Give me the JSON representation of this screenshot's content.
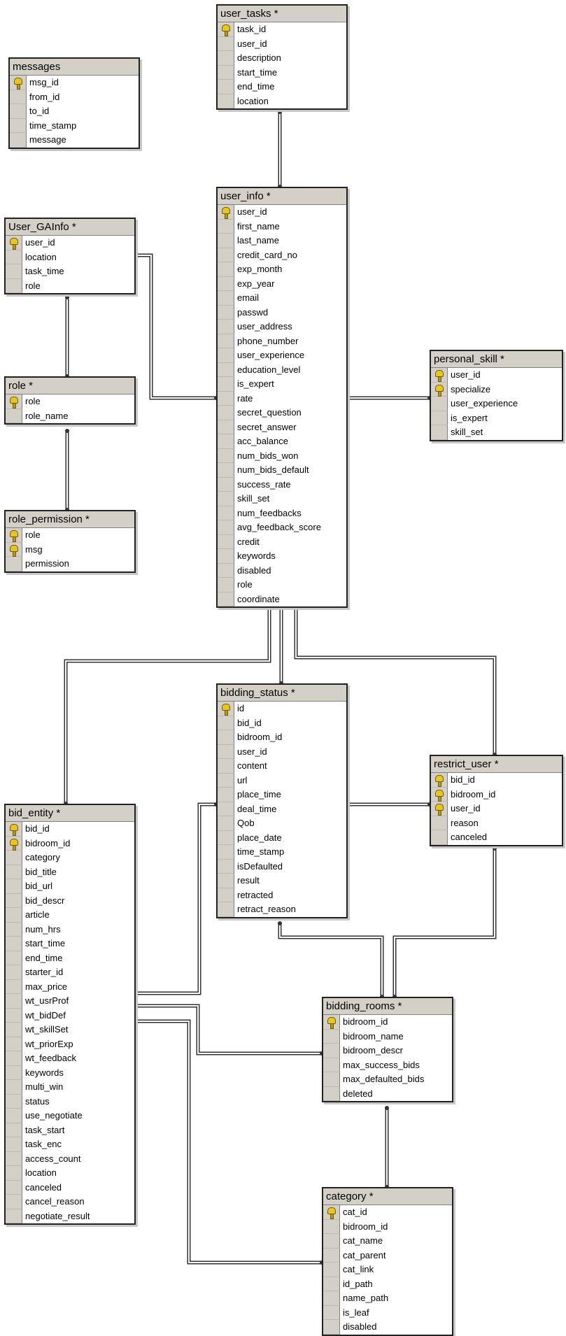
{
  "diagram": {
    "colors": {
      "header": "#d4d0c8",
      "border": "#222222",
      "key": "#e8c520"
    },
    "tables": [
      {
        "id": "user_tasks",
        "title": "user_tasks *",
        "columns": [
          {
            "name": "task_id",
            "pk": true
          },
          {
            "name": "user_id",
            "pk": false
          },
          {
            "name": "description",
            "pk": false
          },
          {
            "name": "start_time",
            "pk": false
          },
          {
            "name": "end_time",
            "pk": false
          },
          {
            "name": "location",
            "pk": false
          }
        ]
      },
      {
        "id": "messages",
        "title": "messages",
        "columns": [
          {
            "name": "msg_id",
            "pk": true
          },
          {
            "name": "from_id",
            "pk": false
          },
          {
            "name": "to_id",
            "pk": false
          },
          {
            "name": "time_stamp",
            "pk": false
          },
          {
            "name": "message",
            "pk": false
          }
        ]
      },
      {
        "id": "user_info",
        "title": "user_info *",
        "columns": [
          {
            "name": "user_id",
            "pk": true
          },
          {
            "name": "first_name",
            "pk": false
          },
          {
            "name": "last_name",
            "pk": false
          },
          {
            "name": "credit_card_no",
            "pk": false
          },
          {
            "name": "exp_month",
            "pk": false
          },
          {
            "name": "exp_year",
            "pk": false
          },
          {
            "name": "email",
            "pk": false
          },
          {
            "name": "passwd",
            "pk": false
          },
          {
            "name": "user_address",
            "pk": false
          },
          {
            "name": "phone_number",
            "pk": false
          },
          {
            "name": "user_experience",
            "pk": false
          },
          {
            "name": "education_level",
            "pk": false
          },
          {
            "name": "is_expert",
            "pk": false
          },
          {
            "name": "rate",
            "pk": false
          },
          {
            "name": "secret_question",
            "pk": false
          },
          {
            "name": "secret_answer",
            "pk": false
          },
          {
            "name": "acc_balance",
            "pk": false
          },
          {
            "name": "num_bids_won",
            "pk": false
          },
          {
            "name": "num_bids_default",
            "pk": false
          },
          {
            "name": "success_rate",
            "pk": false
          },
          {
            "name": "skill_set",
            "pk": false
          },
          {
            "name": "num_feedbacks",
            "pk": false
          },
          {
            "name": "avg_feedback_score",
            "pk": false
          },
          {
            "name": "credit",
            "pk": false
          },
          {
            "name": "keywords",
            "pk": false
          },
          {
            "name": "disabled",
            "pk": false
          },
          {
            "name": "role",
            "pk": false
          },
          {
            "name": "coordinate",
            "pk": false
          }
        ]
      },
      {
        "id": "user_gainfo",
        "title": "User_GAInfo *",
        "columns": [
          {
            "name": "user_id",
            "pk": true
          },
          {
            "name": "location",
            "pk": false
          },
          {
            "name": "task_time",
            "pk": false
          },
          {
            "name": "role",
            "pk": false
          }
        ]
      },
      {
        "id": "personal_skill",
        "title": "personal_skill *",
        "columns": [
          {
            "name": "user_id",
            "pk": true
          },
          {
            "name": "specialize",
            "pk": true
          },
          {
            "name": "user_experience",
            "pk": false
          },
          {
            "name": "is_expert",
            "pk": false
          },
          {
            "name": "skill_set",
            "pk": false
          }
        ]
      },
      {
        "id": "role",
        "title": "role *",
        "columns": [
          {
            "name": "role",
            "pk": true
          },
          {
            "name": "role_name",
            "pk": false
          }
        ]
      },
      {
        "id": "role_permission",
        "title": "role_permission *",
        "columns": [
          {
            "name": "role",
            "pk": true
          },
          {
            "name": "msg",
            "pk": true
          },
          {
            "name": "permission",
            "pk": false
          }
        ]
      },
      {
        "id": "bidding_status",
        "title": "bidding_status *",
        "columns": [
          {
            "name": "id",
            "pk": true
          },
          {
            "name": "bid_id",
            "pk": false
          },
          {
            "name": "bidroom_id",
            "pk": false
          },
          {
            "name": "user_id",
            "pk": false
          },
          {
            "name": "content",
            "pk": false
          },
          {
            "name": "url",
            "pk": false
          },
          {
            "name": "place_time",
            "pk": false
          },
          {
            "name": "deal_time",
            "pk": false
          },
          {
            "name": "Qob",
            "pk": false
          },
          {
            "name": "place_date",
            "pk": false
          },
          {
            "name": "time_stamp",
            "pk": false
          },
          {
            "name": "isDefaulted",
            "pk": false
          },
          {
            "name": "result",
            "pk": false
          },
          {
            "name": "retracted",
            "pk": false
          },
          {
            "name": "retract_reason",
            "pk": false
          }
        ]
      },
      {
        "id": "restrict_user",
        "title": "restrict_user *",
        "columns": [
          {
            "name": "bid_id",
            "pk": true
          },
          {
            "name": "bidroom_id",
            "pk": true
          },
          {
            "name": "user_id",
            "pk": true
          },
          {
            "name": "reason",
            "pk": false
          },
          {
            "name": "canceled",
            "pk": false
          }
        ]
      },
      {
        "id": "bid_entity",
        "title": "bid_entity *",
        "columns": [
          {
            "name": "bid_id",
            "pk": true
          },
          {
            "name": "bidroom_id",
            "pk": true
          },
          {
            "name": "category",
            "pk": false
          },
          {
            "name": "bid_title",
            "pk": false
          },
          {
            "name": "bid_url",
            "pk": false
          },
          {
            "name": "bid_descr",
            "pk": false
          },
          {
            "name": "article",
            "pk": false
          },
          {
            "name": "num_hrs",
            "pk": false
          },
          {
            "name": "start_time",
            "pk": false
          },
          {
            "name": "end_time",
            "pk": false
          },
          {
            "name": "starter_id",
            "pk": false
          },
          {
            "name": "max_price",
            "pk": false
          },
          {
            "name": "wt_usrProf",
            "pk": false
          },
          {
            "name": "wt_bidDef",
            "pk": false
          },
          {
            "name": "wt_skillSet",
            "pk": false
          },
          {
            "name": "wt_priorExp",
            "pk": false
          },
          {
            "name": "wt_feedback",
            "pk": false
          },
          {
            "name": "keywords",
            "pk": false
          },
          {
            "name": "multi_win",
            "pk": false
          },
          {
            "name": "status",
            "pk": false
          },
          {
            "name": "use_negotiate",
            "pk": false
          },
          {
            "name": "task_start",
            "pk": false
          },
          {
            "name": "task_enc",
            "pk": false
          },
          {
            "name": "access_count",
            "pk": false
          },
          {
            "name": "location",
            "pk": false
          },
          {
            "name": "canceled",
            "pk": false
          },
          {
            "name": "cancel_reason",
            "pk": false
          },
          {
            "name": "negotiate_result",
            "pk": false
          }
        ]
      },
      {
        "id": "bidding_rooms",
        "title": "bidding_rooms *",
        "columns": [
          {
            "name": "bidroom_id",
            "pk": true
          },
          {
            "name": "bidroom_name",
            "pk": false
          },
          {
            "name": "bidroom_descr",
            "pk": false
          },
          {
            "name": "max_success_bids",
            "pk": false
          },
          {
            "name": "max_defaulted_bids",
            "pk": false
          },
          {
            "name": "deleted",
            "pk": false
          }
        ]
      },
      {
        "id": "category",
        "title": "category *",
        "columns": [
          {
            "name": "cat_id",
            "pk": true
          },
          {
            "name": "bidroom_id",
            "pk": false
          },
          {
            "name": "cat_name",
            "pk": false
          },
          {
            "name": "cat_parent",
            "pk": false
          },
          {
            "name": "cat_link",
            "pk": false
          },
          {
            "name": "id_path",
            "pk": false
          },
          {
            "name": "name_path",
            "pk": false
          },
          {
            "name": "is_leaf",
            "pk": false
          },
          {
            "name": "disabled",
            "pk": false
          }
        ]
      }
    ],
    "relationships": [
      {
        "from": "user_tasks",
        "to": "user_info"
      },
      {
        "from": "user_gainfo",
        "to": "user_info"
      },
      {
        "from": "user_gainfo",
        "to": "role"
      },
      {
        "from": "role",
        "to": "role_permission"
      },
      {
        "from": "personal_skill",
        "to": "user_info"
      },
      {
        "from": "user_info",
        "to": "bid_entity"
      },
      {
        "from": "user_info",
        "to": "bidding_status"
      },
      {
        "from": "user_info",
        "to": "restrict_user"
      },
      {
        "from": "bidding_status",
        "to": "restrict_user"
      },
      {
        "from": "bidding_status",
        "to": "bid_entity"
      },
      {
        "from": "bidding_status",
        "to": "bidding_rooms"
      },
      {
        "from": "restrict_user",
        "to": "bidding_rooms"
      },
      {
        "from": "bid_entity",
        "to": "bidding_rooms"
      },
      {
        "from": "bid_entity",
        "to": "category"
      },
      {
        "from": "bidding_rooms",
        "to": "category"
      }
    ]
  }
}
